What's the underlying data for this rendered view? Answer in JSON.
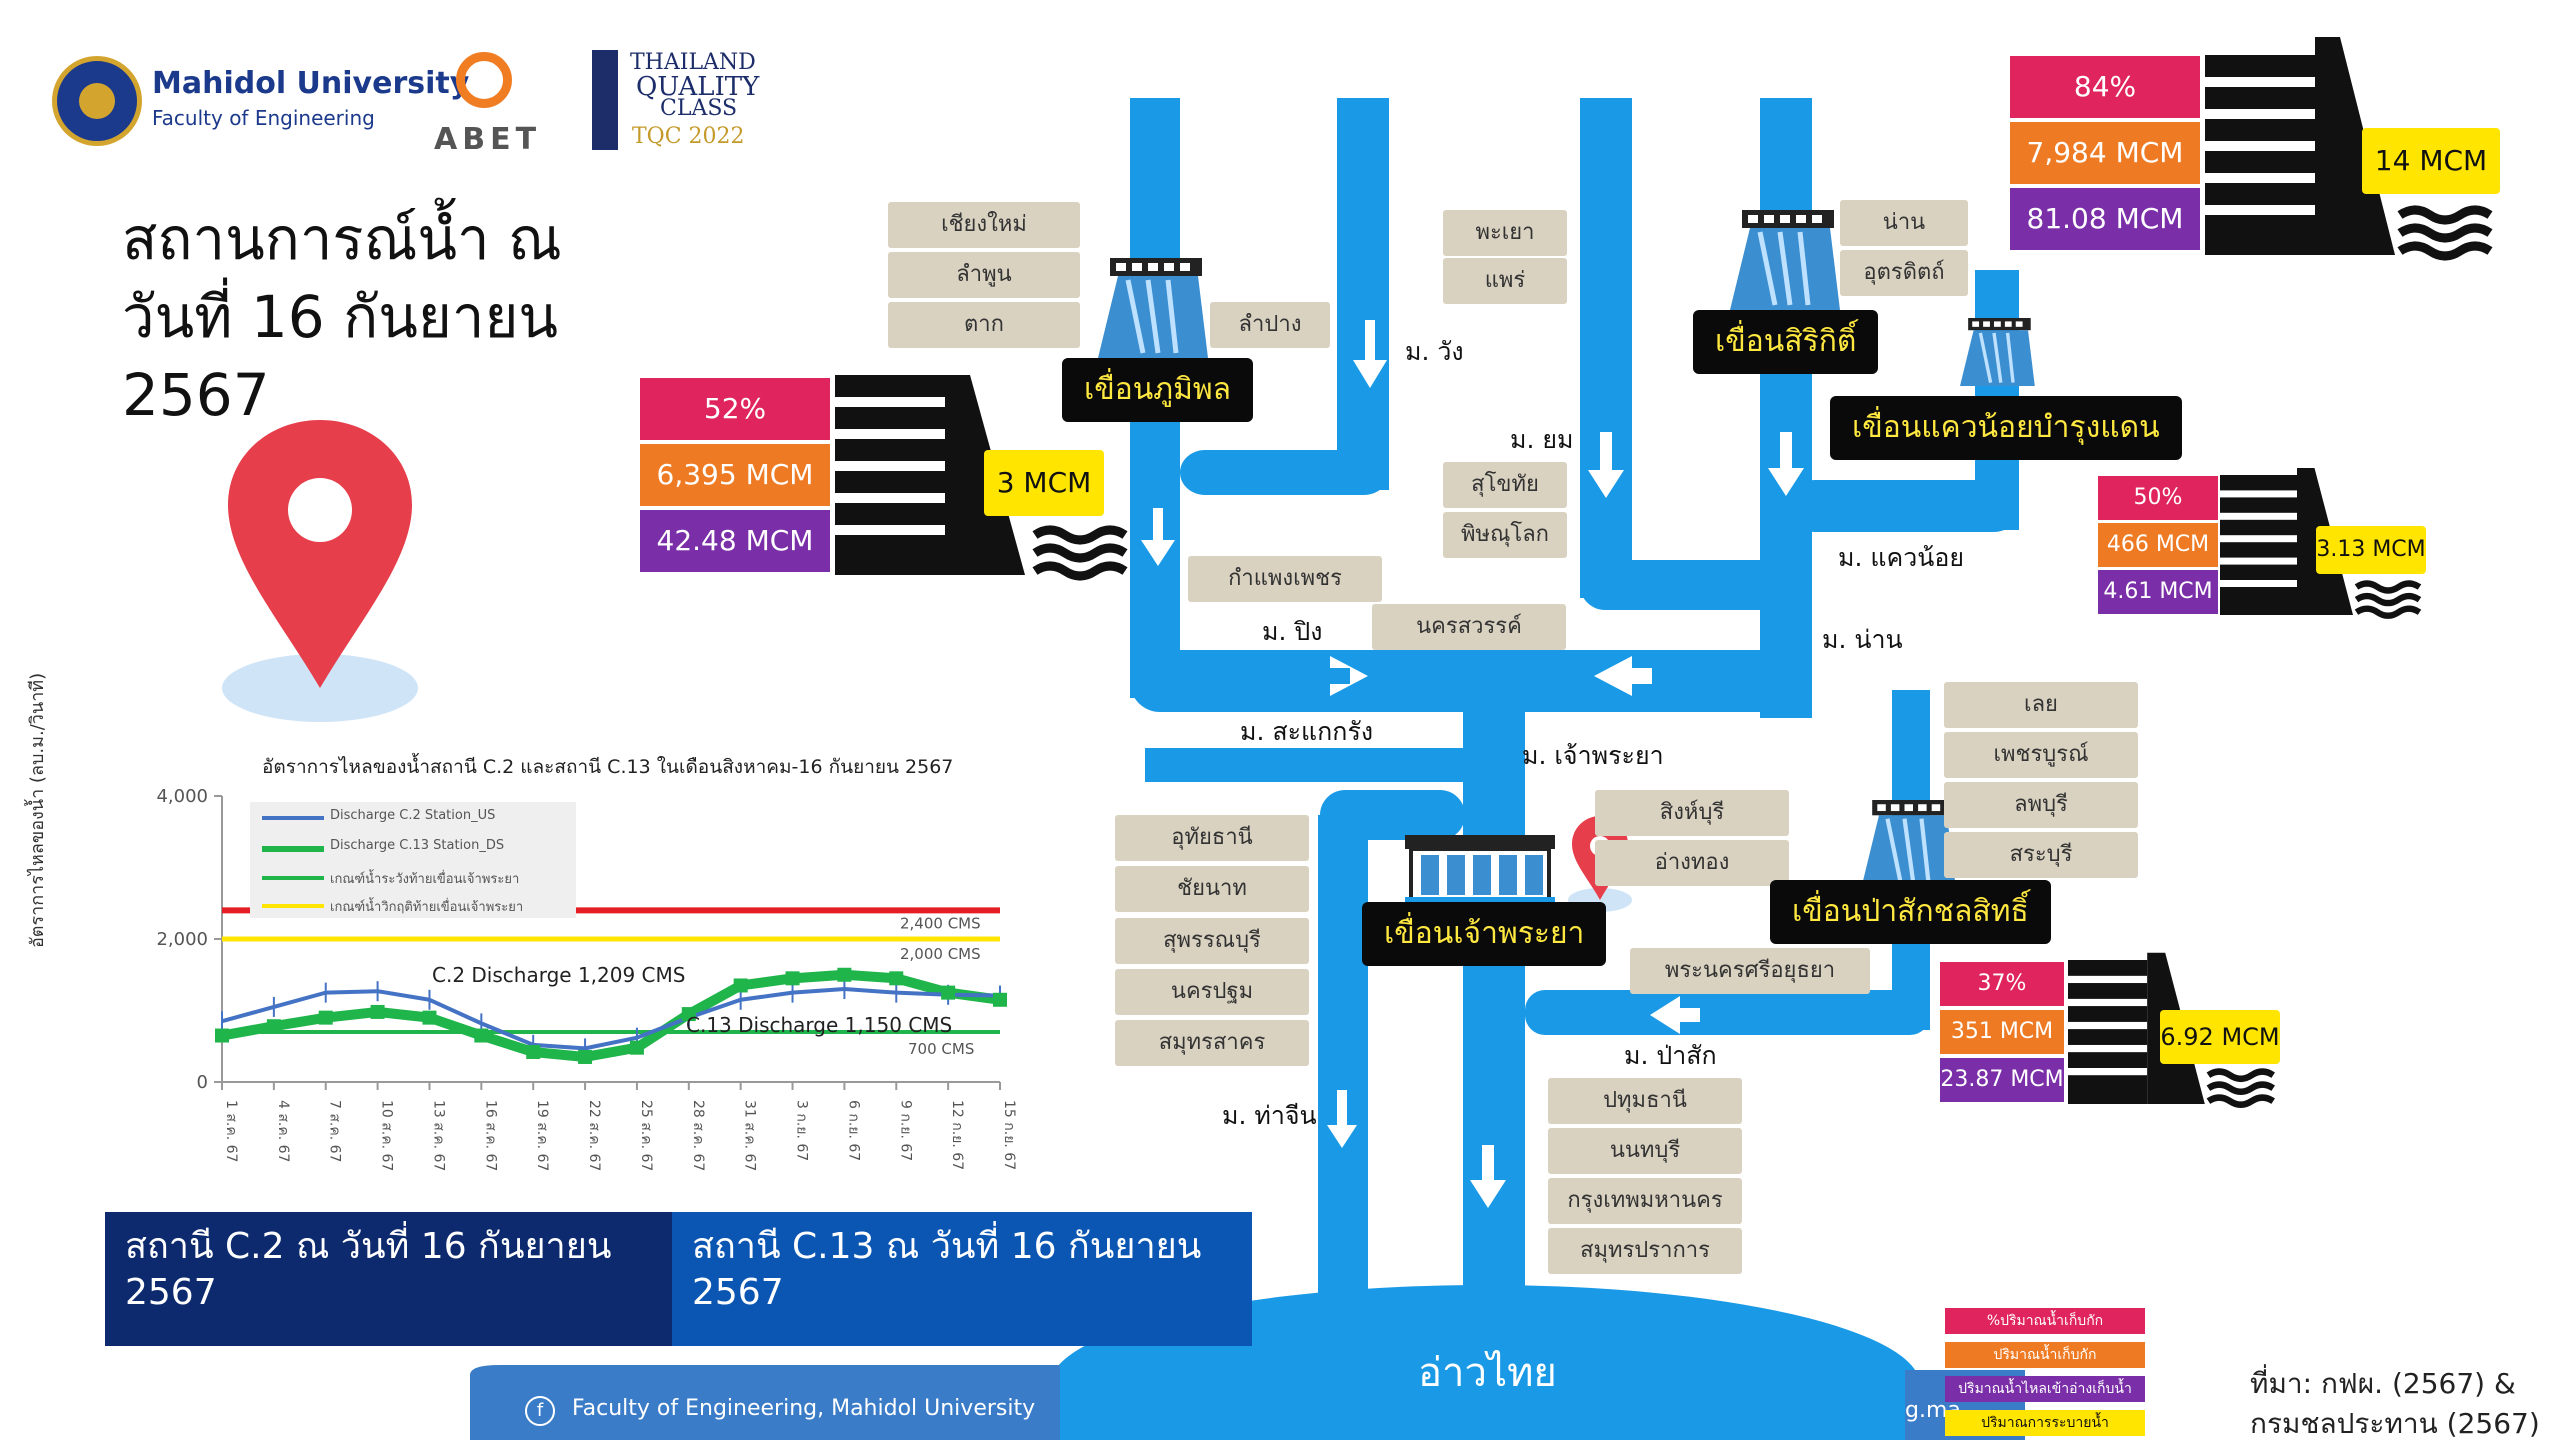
{
  "header": {
    "university": "Mahidol University",
    "faculty": "Faculty of Engineering",
    "abet": "ABET",
    "tqc_line1": "THAILAND",
    "tqc_line2": "QUALITY",
    "tqc_line3": "CLASS",
    "tqc_year": "TQC 2022"
  },
  "title": {
    "line1": "สถานการณ์น้ำ ณ",
    "line2": "วันที่ 16 กันยายน",
    "line3": "2567"
  },
  "dams": {
    "bhumibol": {
      "name": "เขื่อนภูมิพล",
      "percent": "52%",
      "storage": "6,395 MCM",
      "inflow": "42.48 MCM",
      "release": "3 MCM"
    },
    "sirikit": {
      "name": "เขื่อนสิริกิติ์",
      "percent": "84%",
      "storage": "7,984 MCM",
      "inflow": "81.08 MCM",
      "release": "14 MCM"
    },
    "khwae_noi": {
      "name": "เขื่อนแควน้อยบำรุงแดน",
      "percent": "50%",
      "storage": "466 MCM",
      "inflow": "4.61 MCM",
      "release": "3.13 MCM"
    },
    "pasak": {
      "name": "เขื่อนป่าสักชลสิทธิ์",
      "percent": "37%",
      "storage": "351 MCM",
      "inflow": "23.87 MCM",
      "release": "6.92 MCM"
    },
    "chao_phraya": {
      "name": "เขื่อนเจ้าพระยา"
    }
  },
  "provinces": {
    "ping": [
      "เชียงใหม่",
      "ลำพูน",
      "ตาก"
    ],
    "lampang": "ลำปาง",
    "yom": [
      "พะเยา",
      "แพร่"
    ],
    "nan": [
      "น่าน",
      "อุตรดิตถ์"
    ],
    "yom_lower": [
      "สุโขทัย",
      "พิษณุโลก"
    ],
    "kamphaeng": "กำแพงเพชร",
    "nakhonsawan": "นครสวรรค์",
    "pasak": [
      "เลย",
      "เพชรบูรณ์",
      "ลพบุรี",
      "สระบุรี"
    ],
    "west": [
      "อุทัยธานี",
      "ชัยนาท",
      "สุพรรณบุรี",
      "นครปฐม",
      "สมุทรสาคร"
    ],
    "central": [
      "สิงห์บุรี",
      "อ่างทอง"
    ],
    "ayutthaya": "พระนครศรีอยุธยา",
    "south": [
      "ปทุมธานี",
      "นนทบุรี",
      "กรุงเทพมหานคร",
      "สมุทรปราการ"
    ]
  },
  "rivers": {
    "wang": "ม. วัง",
    "yom": "ม. ยม",
    "ping": "ม. ปิง",
    "nan": "ม. น่าน",
    "khwae_noi": "ม. แควน้อย",
    "sakae_krang": "ม. สะแกกรัง",
    "chao_phraya": "ม. เจ้าพระยา",
    "pasak": "ม. ป่าสัก",
    "tha_chin": "ม. ท่าจีน",
    "gulf": "อ่าวไทย"
  },
  "chart_data": {
    "type": "line",
    "title": "อัตราการไหลของน้ำสถานี C.2 และสถานี C.13 ในเดือนสิงหาคม-16 กันยายน 2567",
    "ylabel": "อัตราการไหลของน้ำ (ลบ.ม./วินาที)",
    "xlabel": "",
    "ylim": [
      0,
      4000
    ],
    "yticks": [
      "0",
      "2,000",
      "4,000"
    ],
    "categories": [
      "1 ส.ค. 67",
      "4 ส.ค. 67",
      "7 ส.ค. 67",
      "10 ส.ค. 67",
      "13 ส.ค. 67",
      "16 ส.ค. 67",
      "19 ส.ค. 67",
      "22 ส.ค. 67",
      "25 ส.ค. 67",
      "28 ส.ค. 67",
      "31 ส.ค. 67",
      "3 ก.ย. 67",
      "6 ก.ย. 67",
      "9 ก.ย. 67",
      "12 ก.ย. 67",
      "15 ก.ย. 67"
    ],
    "series": [
      {
        "name": "Discharge C.2 Station_US",
        "color": "#4472c4",
        "values": [
          850,
          1050,
          1250,
          1270,
          1150,
          820,
          520,
          470,
          620,
          900,
          1150,
          1250,
          1300,
          1250,
          1220,
          1209
        ]
      },
      {
        "name": "Discharge C.13 Station_DS",
        "color": "#1fb54a",
        "values": [
          650,
          780,
          900,
          980,
          900,
          650,
          420,
          350,
          480,
          950,
          1350,
          1450,
          1500,
          1450,
          1250,
          1150
        ]
      },
      {
        "name": "เกณฑ์น้ำระวังท้ายเขื่อนเจ้าพระยา",
        "color": "#1fb54a",
        "values": [
          700,
          700,
          700,
          700,
          700,
          700,
          700,
          700,
          700,
          700,
          700,
          700,
          700,
          700,
          700,
          700
        ]
      },
      {
        "name": "เกณฑ์น้ำวิกฤติท้ายเขื่อนเจ้าพระยา",
        "color": "#ffe500",
        "values": [
          2000,
          2000,
          2000,
          2000,
          2000,
          2000,
          2000,
          2000,
          2000,
          2000,
          2000,
          2000,
          2000,
          2000,
          2000,
          2000
        ]
      },
      {
        "name": "",
        "color": "#e51e25",
        "values": [
          2400,
          2400,
          2400,
          2400,
          2400,
          2400,
          2400,
          2400,
          2400,
          2400,
          2400,
          2400,
          2400,
          2400,
          2400,
          2400
        ]
      }
    ],
    "annotations": {
      "red_line": "2,400 CMS",
      "yellow_line": "2,000 CMS",
      "green_line": "700 CMS",
      "c2": "C.2 Discharge 1,209 CMS",
      "c13": "C.13 Discharge 1,150 CMS"
    }
  },
  "stations": {
    "c2": {
      "line1": "สถานี C.2 ณ วันที่ 16 กันยายน",
      "line2": "2567"
    },
    "c13": {
      "line1": "สถานี C.13 ณ วันที่ 16 กันยายน",
      "line2": "2567"
    }
  },
  "footer": {
    "faculty": "Faculty of Engineering, Mahidol University",
    "url_fragment": "g.ma"
  },
  "legend": {
    "storage_pct": "%ปริมาณน้ำเก็บกัก",
    "storage": "ปริมาณน้ำเก็บกัก",
    "inflow": "ปริมาณน้ำไหลเข้าอ่างเก็บน้ำ",
    "release": "ปริมาณการระบายน้ำ"
  },
  "source": {
    "line1": "ที่มา: กฟผ. (2567) &",
    "line2": "กรมชลประทาน (2567)"
  },
  "colors": {
    "river": "#1a9ae6",
    "dam_label_bg": "#0a0a0a",
    "dam_label_text": "#ffe840",
    "pct": "#e0245e",
    "storage": "#ee7a23",
    "inflow": "#7a2fa8",
    "release": "#ffe500",
    "station_c2": "#0d2a6e",
    "station_c13": "#0b56b3"
  }
}
